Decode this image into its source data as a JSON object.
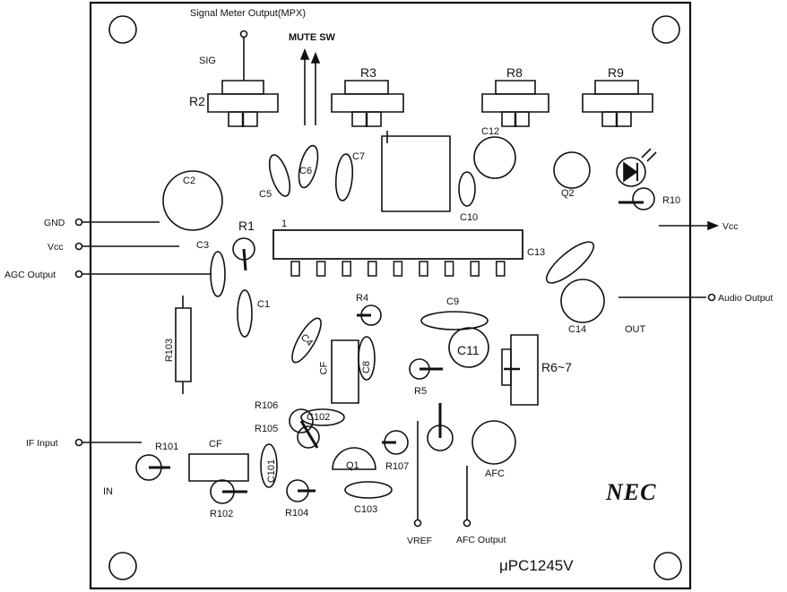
{
  "board": {
    "brand": "NEC",
    "chip": "μPC1245V"
  },
  "terminals": {
    "left": [
      "GND",
      "Vcc",
      "AGC Output",
      "IF Input"
    ],
    "right": [
      "Vcc",
      "Audio Output"
    ],
    "top": [
      "Signal Meter Output(MPX)",
      "MUTE SW"
    ],
    "bottom": [
      "VREF",
      "AFC Output"
    ]
  },
  "labels": {
    "sig": "SIG",
    "in": "IN",
    "out": "OUT",
    "afc": "AFC",
    "pin1": "1",
    "cf_top": "CF",
    "cf_left": "CF"
  },
  "components": {
    "resistors": [
      "R1",
      "R2",
      "R3",
      "R4",
      "R5",
      "R6~7",
      "R8",
      "R9",
      "R10",
      "R101",
      "R102",
      "R103",
      "R104",
      "R105",
      "R106",
      "R107"
    ],
    "capacitors": [
      "C1",
      "C2",
      "C3",
      "C4",
      "C5",
      "C6",
      "C7",
      "C8",
      "C9",
      "C10",
      "C11",
      "C12",
      "C13",
      "C14",
      "C101",
      "C102",
      "C103"
    ],
    "transistors": [
      "Q1",
      "Q2"
    ]
  }
}
